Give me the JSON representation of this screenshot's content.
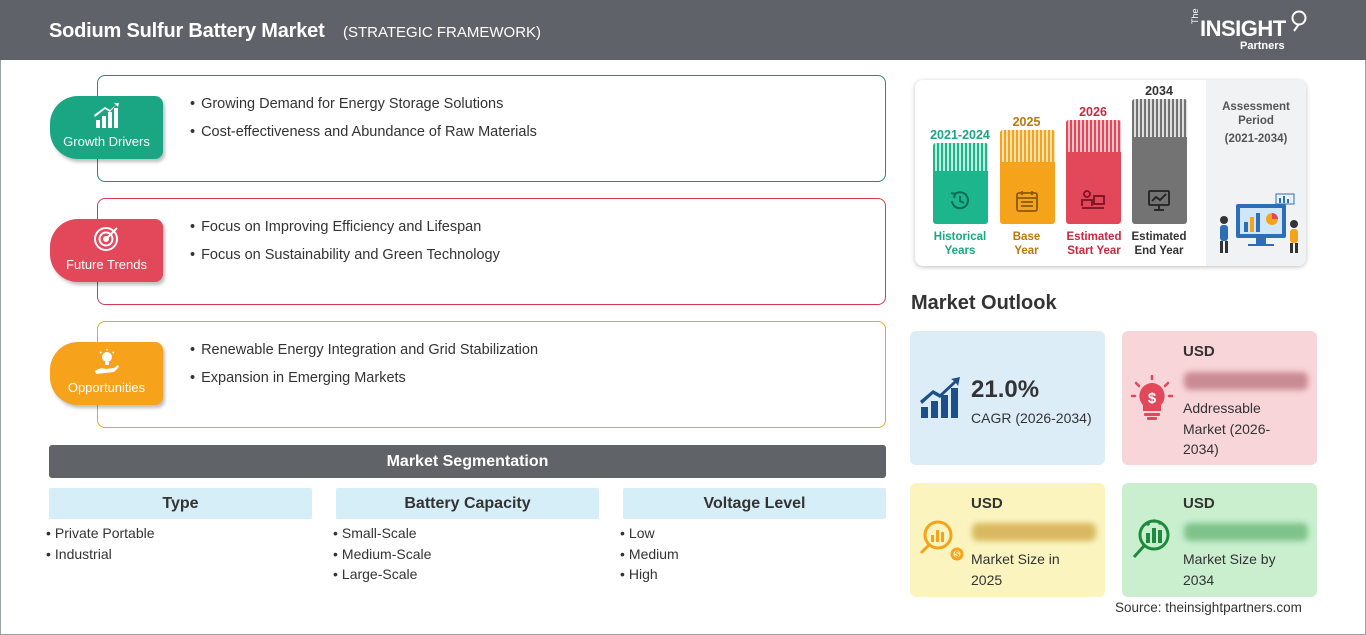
{
  "header": {
    "title": "Sodium Sulfur Battery Market",
    "subtitle": "(STRATEGIC FRAMEWORK)",
    "logo": {
      "the": "The",
      "insight": "INSIGHT",
      "partners": "Partners"
    }
  },
  "framework": {
    "growth_drivers": {
      "label": "Growth Drivers",
      "color": "#1aa683",
      "items": [
        "Growing Demand for Energy Storage Solutions",
        "Cost-effectiveness and Abundance of Raw Materials"
      ]
    },
    "future_trends": {
      "label": "Future Trends",
      "color": "#e2475a",
      "items": [
        "Focus on Improving Efficiency and Lifespan",
        "Focus on Sustainability and Green Technology"
      ]
    },
    "opportunities": {
      "label": "Opportunities",
      "color": "#f7a21b",
      "items": [
        "Renewable Energy Integration and Grid Stabilization",
        "Expansion in Emerging Markets"
      ]
    }
  },
  "segmentation": {
    "title": "Market Segmentation",
    "columns": [
      {
        "heading": "Type",
        "items": [
          "Private Portable",
          "Industrial"
        ]
      },
      {
        "heading": "Battery Capacity",
        "items": [
          "Small-Scale",
          "Medium-Scale",
          "Large-Scale"
        ]
      },
      {
        "heading": "Voltage Level",
        "items": [
          "Low",
          "Medium",
          "High"
        ]
      }
    ]
  },
  "period": {
    "bars": [
      {
        "year": "2021-2024",
        "caption_1": "Historical",
        "caption_2": "Years",
        "color": "#1db58c"
      },
      {
        "year": "2025",
        "caption_1": "Base",
        "caption_2": "Year",
        "color": "#f5a31a"
      },
      {
        "year": "2026",
        "caption_1": "Estimated",
        "caption_2": "Start Year",
        "color": "#e2475a"
      },
      {
        "year": "2034",
        "caption_1": "Estimated",
        "caption_2": "End Year",
        "color": "#737373"
      }
    ],
    "assessment_label": "Assessment Period",
    "assessment_range": "(2021-2034)"
  },
  "outlook": {
    "title": "Market Outlook",
    "cagr": {
      "value": "21.0%",
      "label": "CAGR (2026-2034)",
      "bg": "#dcedf7"
    },
    "addressable": {
      "currency": "USD",
      "value": "lorem ipsum",
      "label": "Addressable Market (2026-2034)",
      "bg": "#f8d5d8"
    },
    "size_2025": {
      "currency": "USD",
      "value": "lorem ipsum",
      "label": "Market Size in 2025",
      "bg": "#fbf4bf"
    },
    "size_2034": {
      "currency": "USD",
      "value": "lorem ipsum",
      "label": "Market Size by 2034",
      "bg": "#c9efce"
    }
  },
  "source": "Source: theinsightpartners.com"
}
